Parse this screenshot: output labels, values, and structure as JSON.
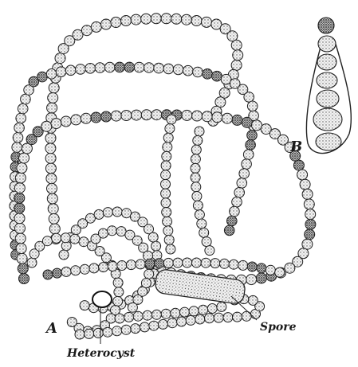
{
  "figure": {
    "labels": {
      "a": "A",
      "b": "B",
      "spore": "Spore",
      "heterocyst": "Heterocyst"
    }
  }
}
